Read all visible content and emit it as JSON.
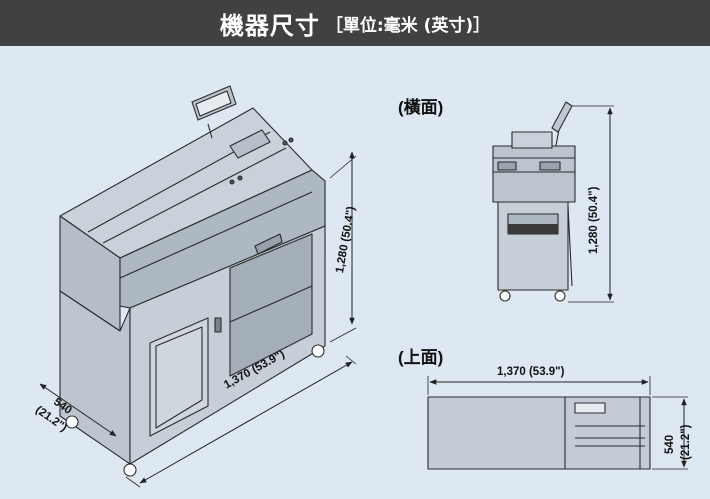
{
  "header": {
    "title": "機器尺寸",
    "unit_note": "［單位:毫米 (英寸)］"
  },
  "views": {
    "side_label": "(橫面)",
    "top_label": "(上面)"
  },
  "dimensions": {
    "iso_width": "1,370 (53.9\")",
    "iso_depth": "540",
    "iso_depth_in": "(21.2\")",
    "iso_height": "1,280 (50.4\")",
    "side_height": "1,280 (50.4\")",
    "top_width": "1,370 (53.9\")",
    "top_depth": "540",
    "top_depth_in": "(21.2\")"
  },
  "colors": {
    "header_bg": "#414141",
    "panel_bg": "#dde8f3",
    "machine_light": "#c3ccd6",
    "machine_mid": "#a6b0bb",
    "machine_dark": "#8a949f"
  }
}
